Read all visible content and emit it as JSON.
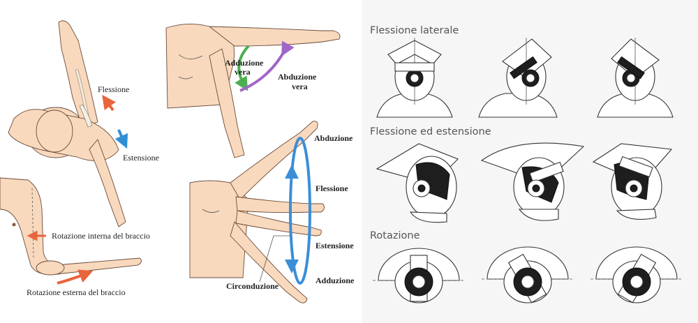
{
  "arm_figures": {
    "flessione_estensione": {
      "flessione": "Flessione",
      "estensione": "Estensione"
    },
    "rotazione": {
      "interna": "Rotazione interna del braccio",
      "esterna": "Rotazione esterna del braccio"
    },
    "adduzione_abduzione_vera": {
      "adduzione_line1": "Adduzione",
      "adduzione_line2": "vera",
      "abduzione_line1": "Abduzione",
      "abduzione_line2": "vera"
    },
    "circonduzione": {
      "abduzione": "Abduzione",
      "flessione": "Flessione",
      "estensione": "Estensione",
      "adduzione": "Adduzione",
      "circonduzione": "Circonduzione"
    }
  },
  "head_figures": {
    "sections": [
      {
        "title": "Flessione laterale"
      },
      {
        "title": "Flessione ed estensione"
      },
      {
        "title": "Rotazione"
      }
    ]
  },
  "colors": {
    "flessione_arrow": "#e8643c",
    "estensione_arrow": "#2f8fd6",
    "adduzione_arrow": "#4caf50",
    "abduzione_arrow": "#a066c8",
    "circonduzione_ring": "#3a8ed8",
    "rotazione_arrow": "#e8643c"
  }
}
